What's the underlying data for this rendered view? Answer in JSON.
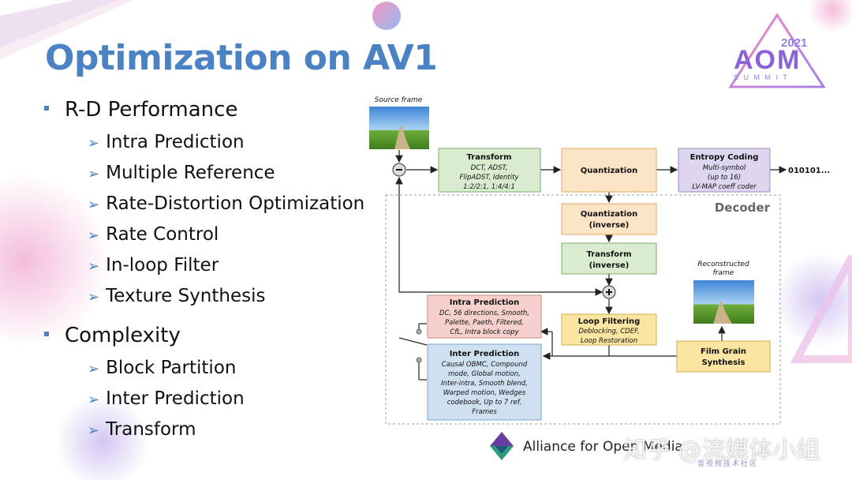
{
  "slide": {
    "title": "Optimization on AV1",
    "sections": [
      {
        "label": "R-D Performance",
        "items": [
          "Intra Prediction",
          "Multiple Reference",
          "Rate-Distortion Optimization",
          "Rate Control",
          "In-loop Filter",
          "Texture Synthesis"
        ]
      },
      {
        "label": "Complexity",
        "items": [
          "Block Partition",
          "Inter Prediction",
          "Transform"
        ]
      }
    ]
  },
  "badge": {
    "year": "2021",
    "word": "S U M M I T"
  },
  "diagram": {
    "source_label": "Source frame",
    "decoder_label": "Decoder",
    "output_bits": "010101...",
    "reconstructed_label_1": "Reconstructed",
    "reconstructed_label_2": "frame",
    "transform": {
      "title": "Transform",
      "l1": "DCT, ADST,",
      "l2": "FlipADST, Identity",
      "l3": "1:2/2:1, 1:4/4:1"
    },
    "quantization": {
      "title": "Quantization"
    },
    "entropy": {
      "title": "Entropy Coding",
      "l1": "Multi-symbol",
      "l2": "(up to 16)",
      "l3": "LV-MAP coeff coder"
    },
    "inv_quant": {
      "t1": "Quantization",
      "t2": "(inverse)"
    },
    "inv_transform": {
      "t1": "Transform",
      "t2": "(inverse)"
    },
    "intra": {
      "title": "Intra Prediction",
      "l1": "DC, 56 directions, Smooth,",
      "l2": "Palette, Paeth, Filtered,",
      "l3": "CfL, Intra block copy"
    },
    "loop": {
      "title": "Loop Filtering",
      "l1": "Deblocking, CDEF,",
      "l2": "Loop Restoration"
    },
    "inter": {
      "title": "Inter Prediction",
      "l1": "Causal OBMC, Compound",
      "l2": "mode, Global motion,",
      "l3": "Inter-intra, Smooth blend,",
      "l4": "Warped motion, Wedges",
      "l5": "codebook, Up to 7 ref.",
      "l6": "Frames"
    },
    "film": {
      "t1": "Film Grain",
      "t2": "Synthesis"
    }
  },
  "footer": {
    "org": "Alliance for Open Media",
    "watermark": "知乎 @流媒体小组",
    "watermark_sub": "音视频技术社区"
  },
  "colors": {
    "title": "#4a82c4",
    "transform": "#d9ecd0",
    "quant": "#fbe3c6",
    "entropy": "#ddd6ee",
    "intra": "#f6d0cc",
    "inter": "#cfe0f1",
    "film": "#fbe5a2"
  }
}
